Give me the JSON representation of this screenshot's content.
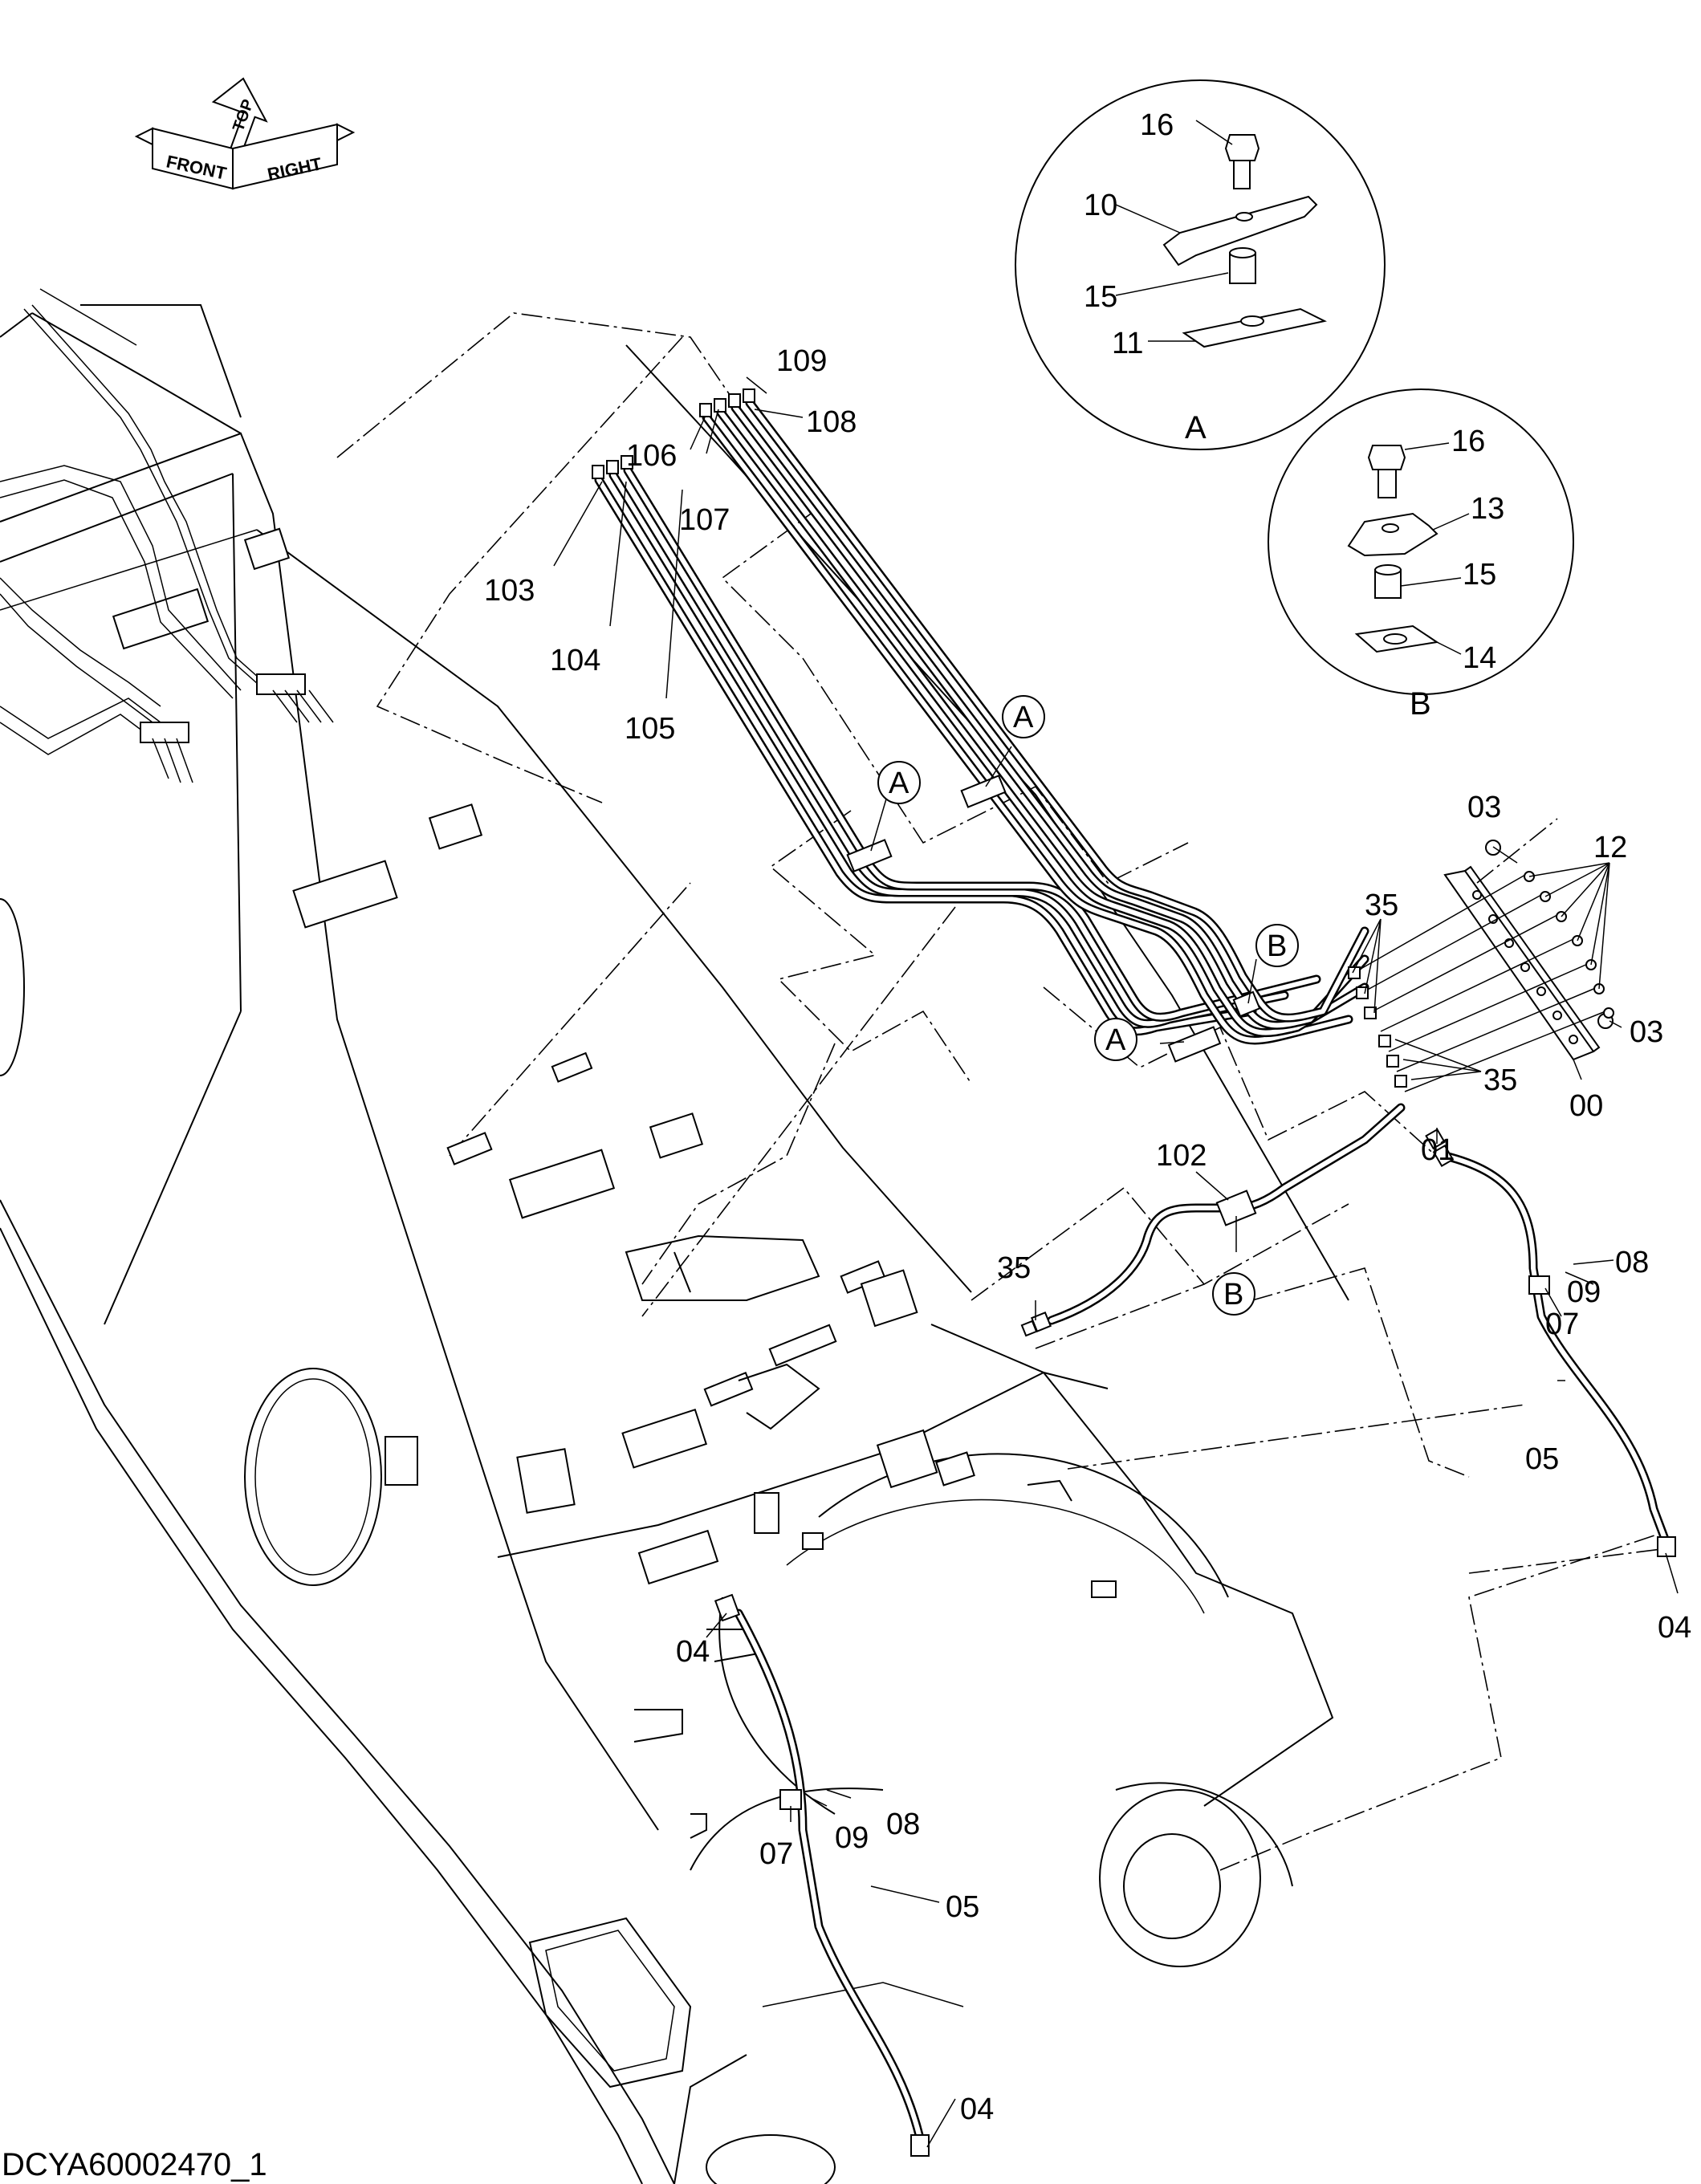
{
  "drawing_id": "DCYA60002470_1",
  "orientation_arrow": {
    "front": "FRONT",
    "top": "TOP",
    "right": "RIGHT"
  },
  "details": {
    "A": {
      "letter": "A",
      "parts": [
        "16",
        "10",
        "15",
        "11"
      ]
    },
    "B": {
      "letter": "B",
      "parts": [
        "16",
        "13",
        "15",
        "14"
      ]
    }
  },
  "clamp_markers": [
    "A",
    "A",
    "A",
    "B",
    "B"
  ],
  "callouts": {
    "c109": "109",
    "c108": "108",
    "c106": "106",
    "c107": "107",
    "c103": "103",
    "c104": "104",
    "c105": "105",
    "c03a": "03",
    "c03b": "03",
    "c12": "12",
    "c35a": "35",
    "c35b": "35",
    "c35c": "35",
    "c00": "00",
    "c01": "01",
    "c102": "102",
    "c08a": "08",
    "c09a": "09",
    "c07a": "07",
    "c05a": "05",
    "c04a": "04",
    "c04b": "04",
    "c07b": "07",
    "c09b": "09",
    "c08b": "08",
    "c05b": "05",
    "c04c": "04"
  },
  "colors": {
    "line": "#000000",
    "background": "#ffffff"
  }
}
